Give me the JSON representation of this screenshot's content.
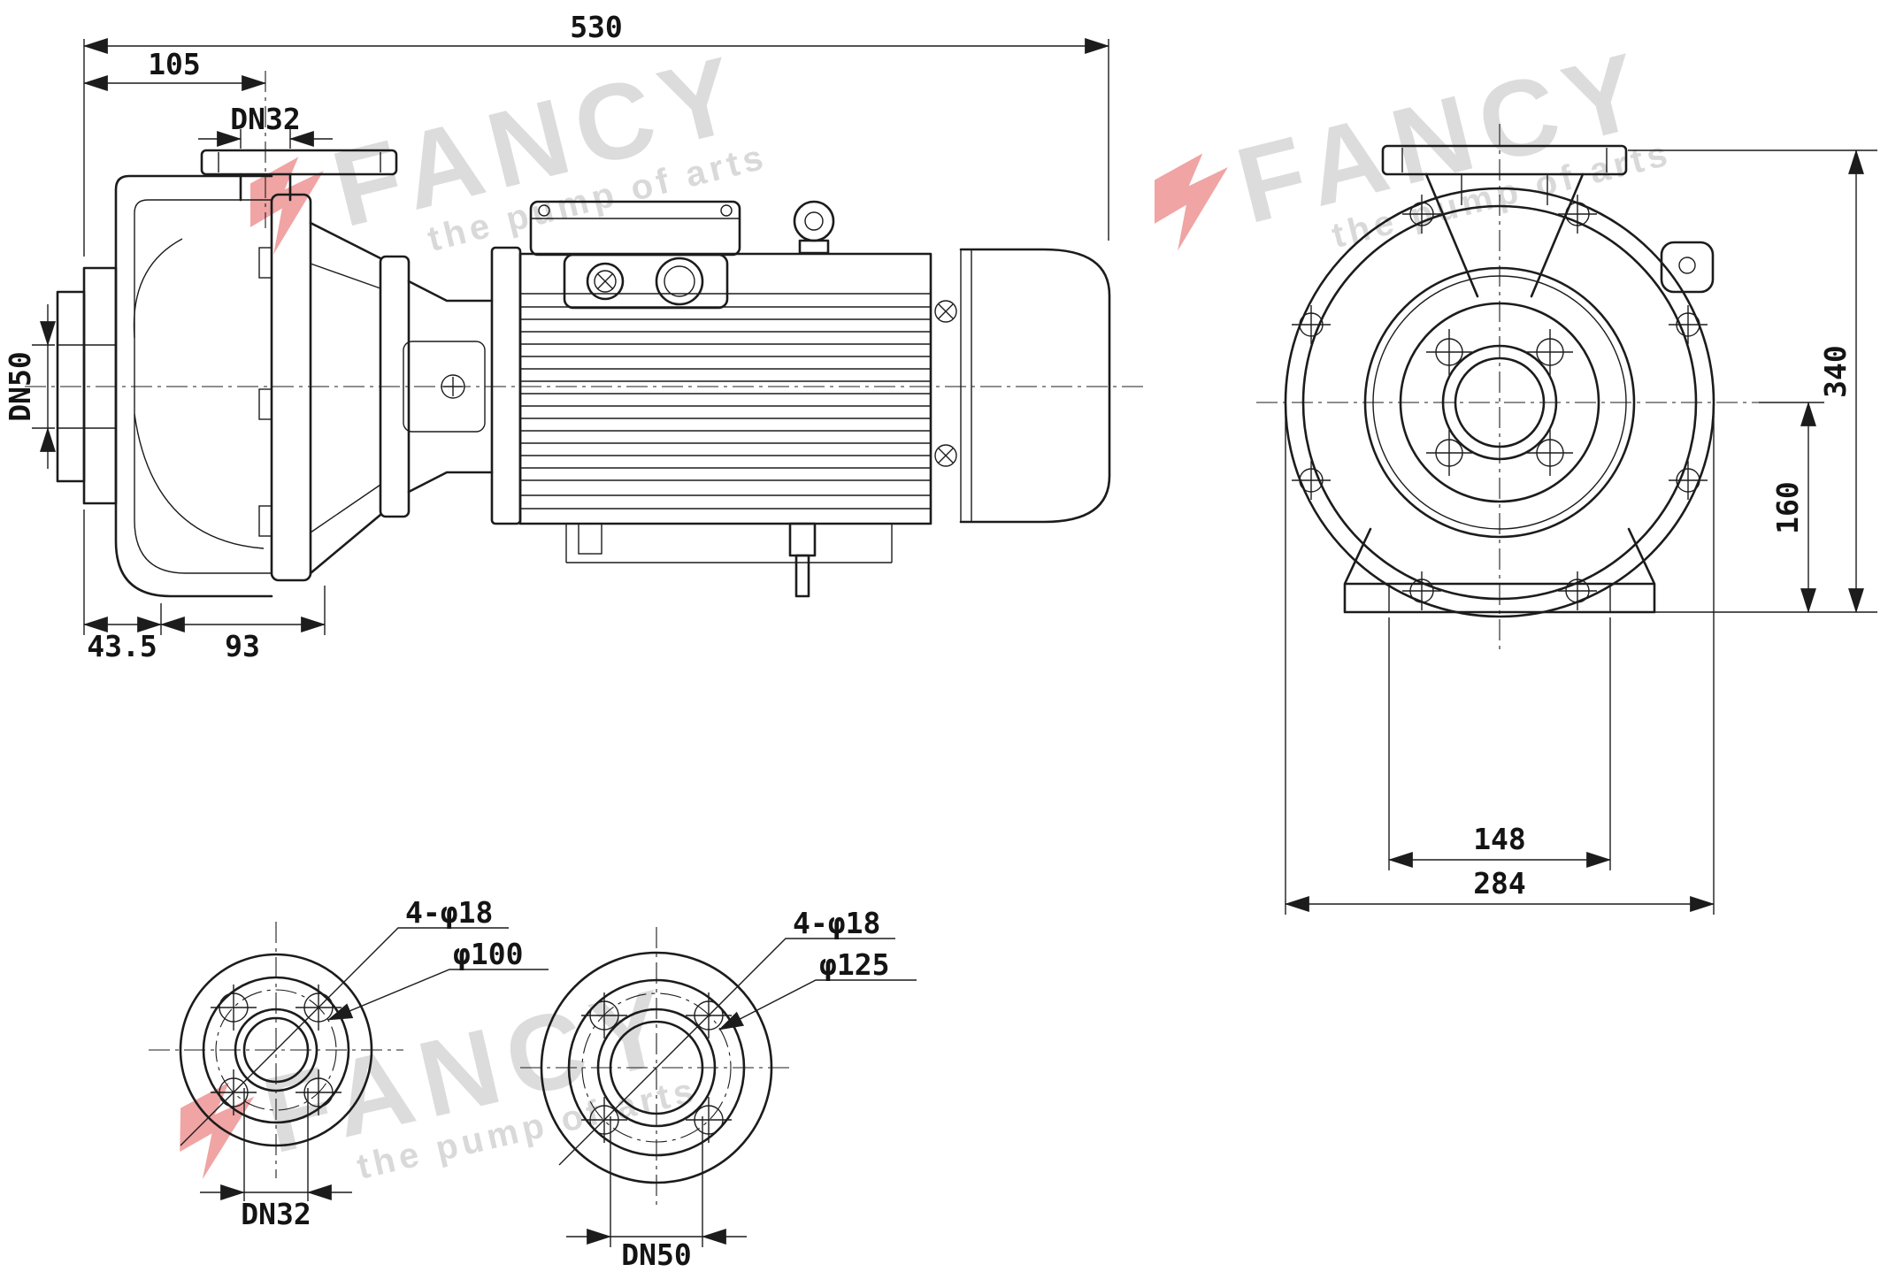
{
  "watermark": {
    "brand": "FANCY",
    "tagline": "the pump of arts",
    "brand_color": "#dcdcdc",
    "mark_color": "#f0a4a4",
    "mark_icon": "lightning-f-mark"
  },
  "style": {
    "line_color": "#1c1c1c",
    "background": "#ffffff"
  },
  "side_view": {
    "overall_length": "530",
    "face_to_axis": "105",
    "discharge_flange": "DN32",
    "suction_flange": "DN50",
    "foot_offset": "43.5",
    "foot_spacing": "93"
  },
  "front_view": {
    "overall_height": "340",
    "axis_height": "160",
    "foot_hole_spacing": "148",
    "overall_width": "284"
  },
  "flange_dn32": {
    "bolt_holes": "4-φ18",
    "bolt_circle": "φ100",
    "size": "DN32"
  },
  "flange_dn50": {
    "bolt_holes": "4-φ18",
    "bolt_circle": "φ125",
    "size": "DN50"
  }
}
